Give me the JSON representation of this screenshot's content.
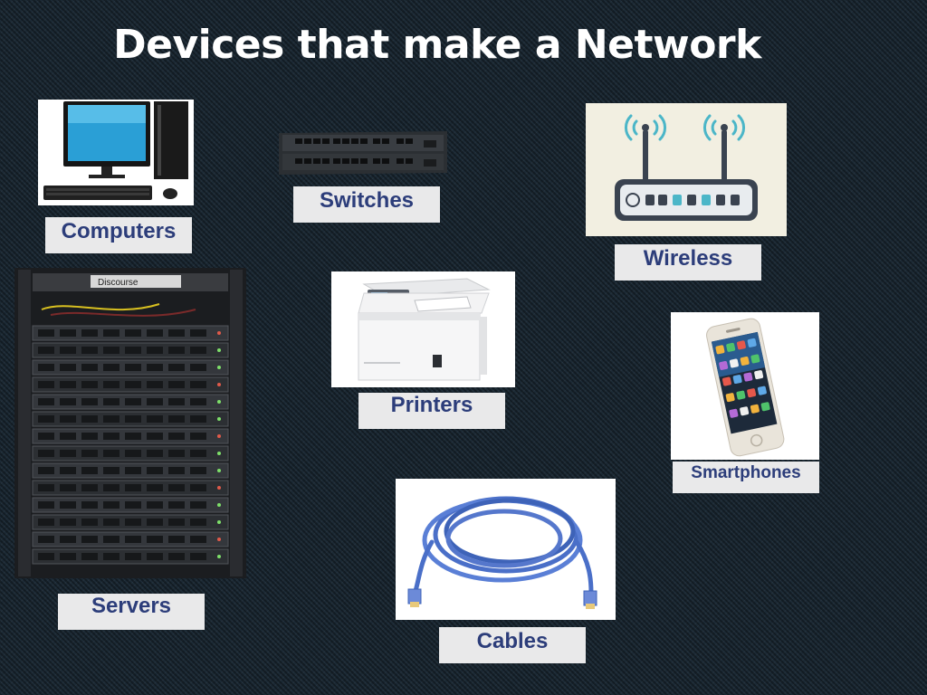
{
  "slide": {
    "title": "Devices that make a Network",
    "labels": {
      "computers": "Computers",
      "switches": "Switches",
      "wireless": "Wireless",
      "servers": "Servers",
      "printers": "Printers",
      "smartphones": "Smartphones",
      "cables": "Cables"
    },
    "rack_brand": "Discourse"
  },
  "colors": {
    "background": "#1c2a35",
    "label_background": "#e9e9ea",
    "label_text": "#2c3d7a",
    "title_text": "#ffffff"
  },
  "icons": [
    "computer-photo",
    "switch-photo",
    "router-photo",
    "server-rack-photo",
    "printer-photo",
    "smartphone-photo",
    "cable-photo"
  ]
}
